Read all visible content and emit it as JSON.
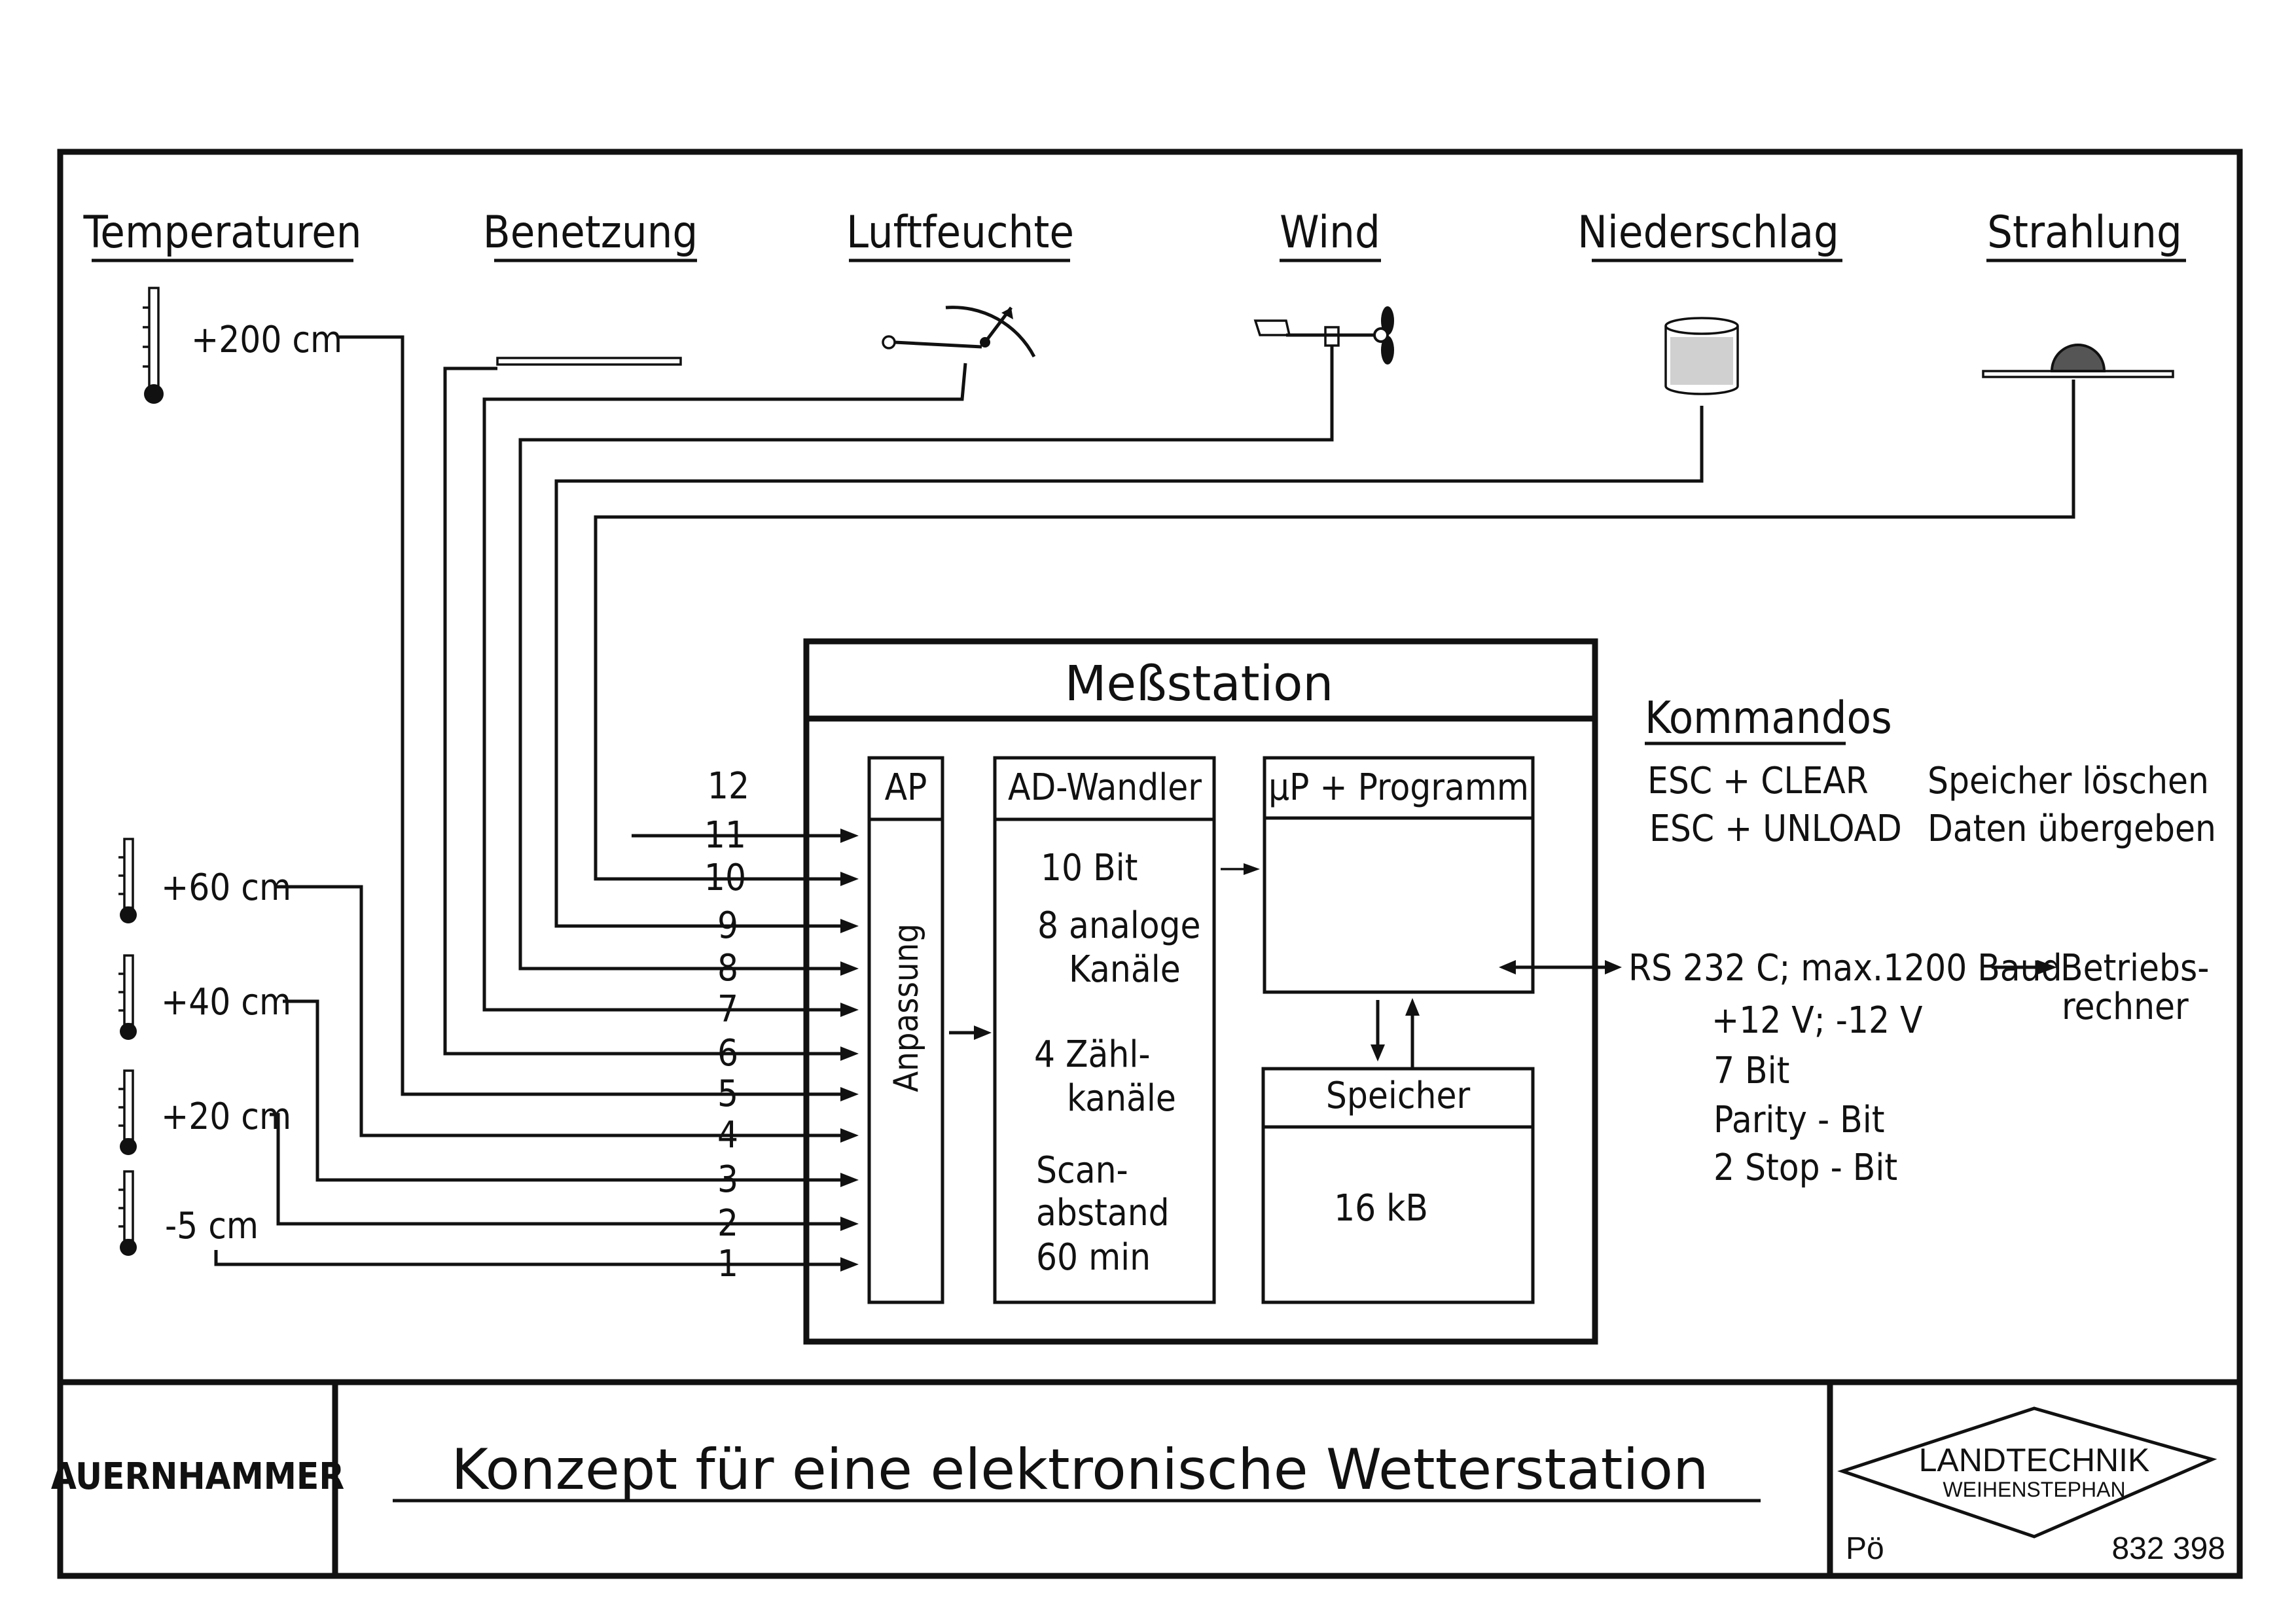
{
  "sensors": {
    "temperaturen": "Temperaturen",
    "benetzung": "Benetzung",
    "luftfeuchte": "Luftfeuchte",
    "wind": "Wind",
    "niederschlag": "Niederschlag",
    "strahlung": "Strahlung"
  },
  "heights": {
    "h200": "+200 cm",
    "h60": "+60 cm",
    "h40": "+40 cm",
    "h20": "+20 cm",
    "h5": "-5 cm"
  },
  "channels": [
    "12",
    "11",
    "10",
    "9",
    "8",
    "7",
    "6",
    "5",
    "4",
    "3",
    "2",
    "1"
  ],
  "station": {
    "title": "Meßstation",
    "ap": "AP",
    "anpassung": "Anpassung",
    "ad": {
      "title": "AD-Wandler",
      "line1": "10 Bit",
      "line2": "8 analoge",
      "line3": "Kanäle",
      "line4": "4 Zähl-",
      "line5": "kanäle",
      "line6": "Scan-",
      "line7": "abstand",
      "line8": "60 min"
    },
    "up": "μP + Programm",
    "speicher": "Speicher",
    "memory": "16 kB"
  },
  "kommandos": {
    "title": "Kommandos",
    "cmd1": "ESC + CLEAR",
    "desc1": "Speicher löschen",
    "cmd2": "ESC + UNLOAD",
    "desc2": "Daten übergeben"
  },
  "interface": {
    "rs232": "RS 232 C; max.1200 Baud",
    "target1": "Betriebs-",
    "target2": "rechner",
    "spec1": "+12 V; -12 V",
    "spec2": "7 Bit",
    "spec3": "Parity - Bit",
    "spec4": "2 Stop - Bit"
  },
  "footer": {
    "author": "AUERNHAMMER",
    "title": "Konzept für eine elektronische Wetterstation",
    "logo_line1": "LANDTECHNIK",
    "logo_line2": "WEIHENSTEPHAN",
    "initials": "Pö",
    "number": "832 398"
  }
}
